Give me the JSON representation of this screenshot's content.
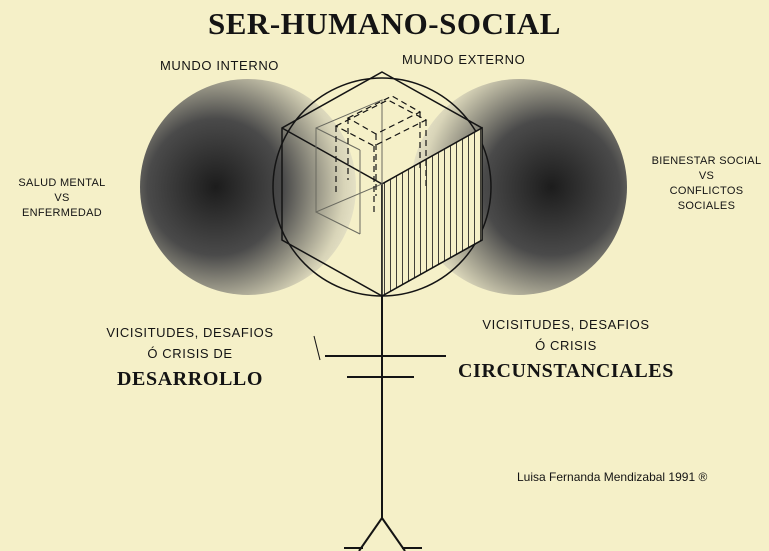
{
  "title": "SER-HUMANO-SOCIAL",
  "labels": {
    "mundo_interno": "MUNDO INTERNO",
    "mundo_externo": "MUNDO EXTERNO",
    "left_side": [
      "SALUD MENTAL",
      "VS",
      "ENFERMEDAD"
    ],
    "right_side": [
      "BIENESTAR SOCIAL",
      "VS",
      "CONFLICTOS",
      "SOCIALES"
    ],
    "left_bottom": [
      "VICISITUDES, DESAFIOS",
      "Ó CRISIS DE"
    ],
    "left_bottom_emphasis": "DESARROLLO",
    "right_bottom": [
      "VICISITUDES, DESAFIOS",
      "Ó CRISIS"
    ],
    "right_bottom_emphasis": "CIRCUNSTANCIALES"
  },
  "credit": "Luisa Fernanda Mendizabal 1991 ®",
  "colors": {
    "background": "#f5f0c8",
    "sphere_dark": "#1c1c1c",
    "ink": "#141414"
  }
}
